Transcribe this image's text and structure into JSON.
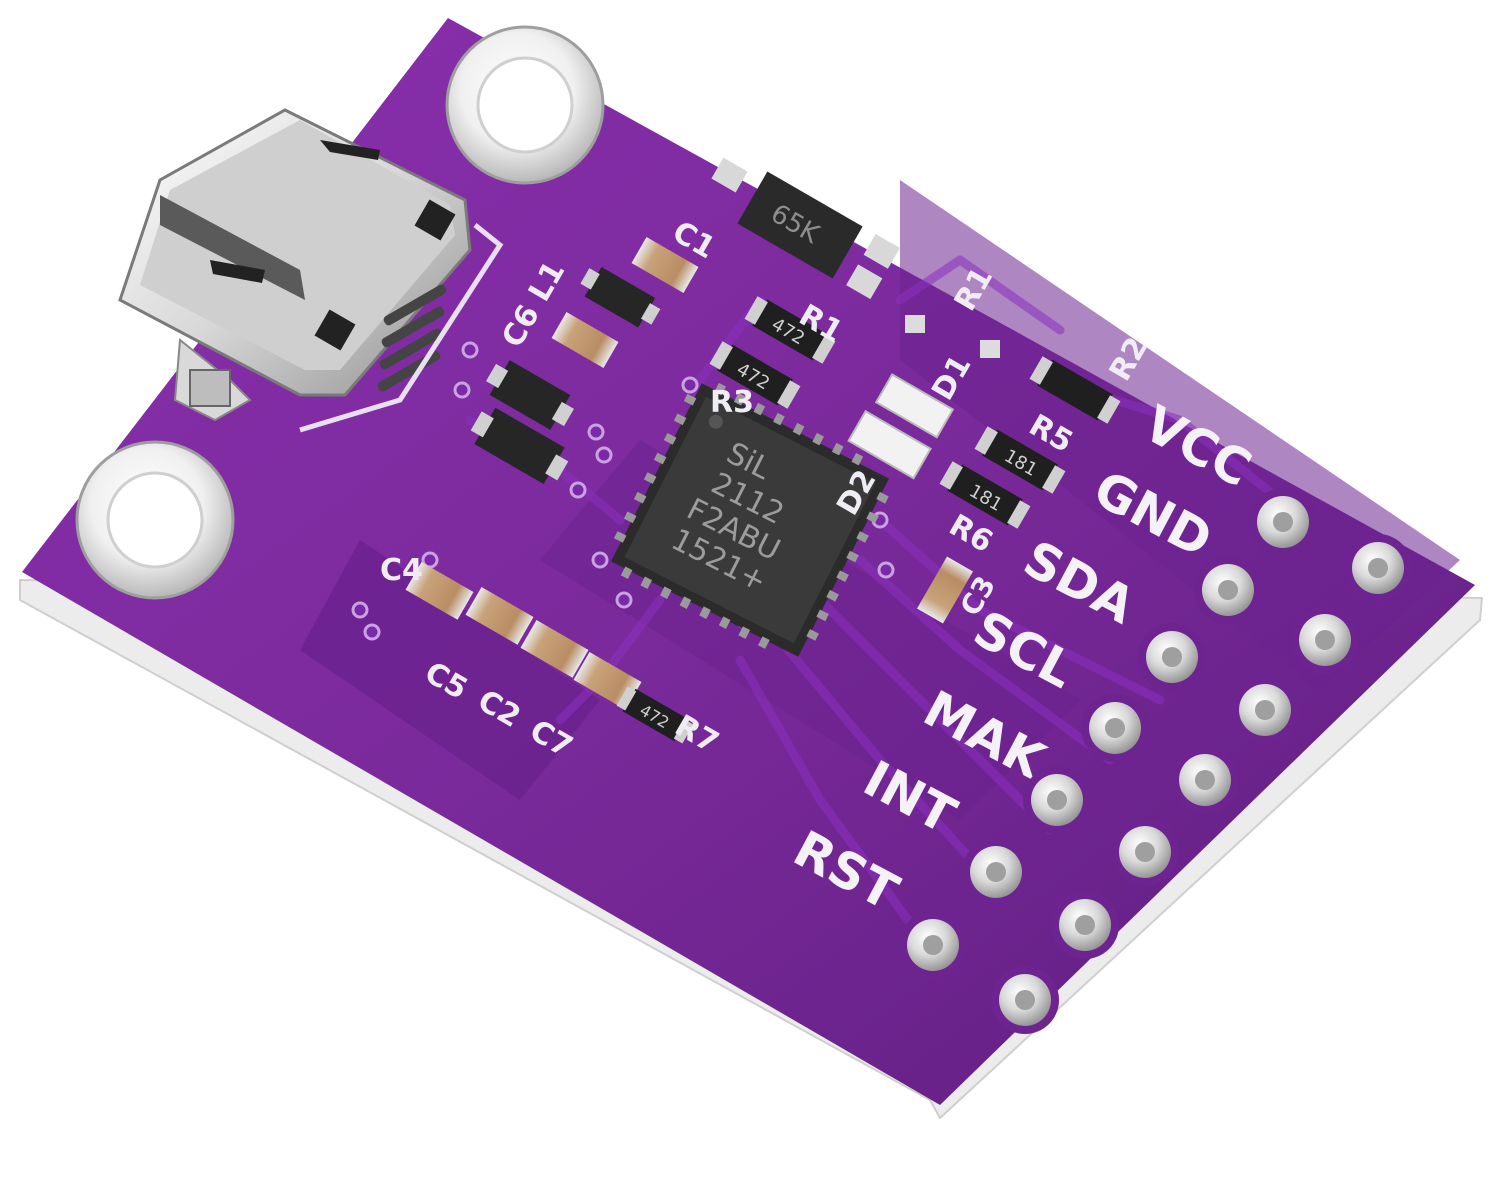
{
  "board": {
    "chip_marking": [
      "SiL",
      "2112",
      "F2ABU",
      "1521+"
    ],
    "transistor_marking": "65K",
    "pin_labels": [
      "VCC",
      "GND",
      "SDA",
      "SCL",
      "MAK",
      "INT",
      "RST"
    ],
    "ref_designators": {
      "c1": "C1",
      "c6l1": "C6 L1",
      "r1": "R1",
      "r1b": "R1",
      "r2": "R2",
      "r3": "R3",
      "r5": "R5",
      "r6": "R6",
      "r7": "R7",
      "d1": "D1",
      "d2": "D2",
      "c3": "C3",
      "c4": "C4",
      "c5": "C5",
      "c2": "C2",
      "c7": "C7"
    },
    "resistor_code": "472",
    "resistor_code_b": "181"
  },
  "colors": {
    "pcb": "#7b2a9c",
    "pcb_dark": "#5a1a7a",
    "pcb_edge": "#f1eff3",
    "pad_silver": "#dcdcdc",
    "silkscreen": "#f4f1f7"
  }
}
